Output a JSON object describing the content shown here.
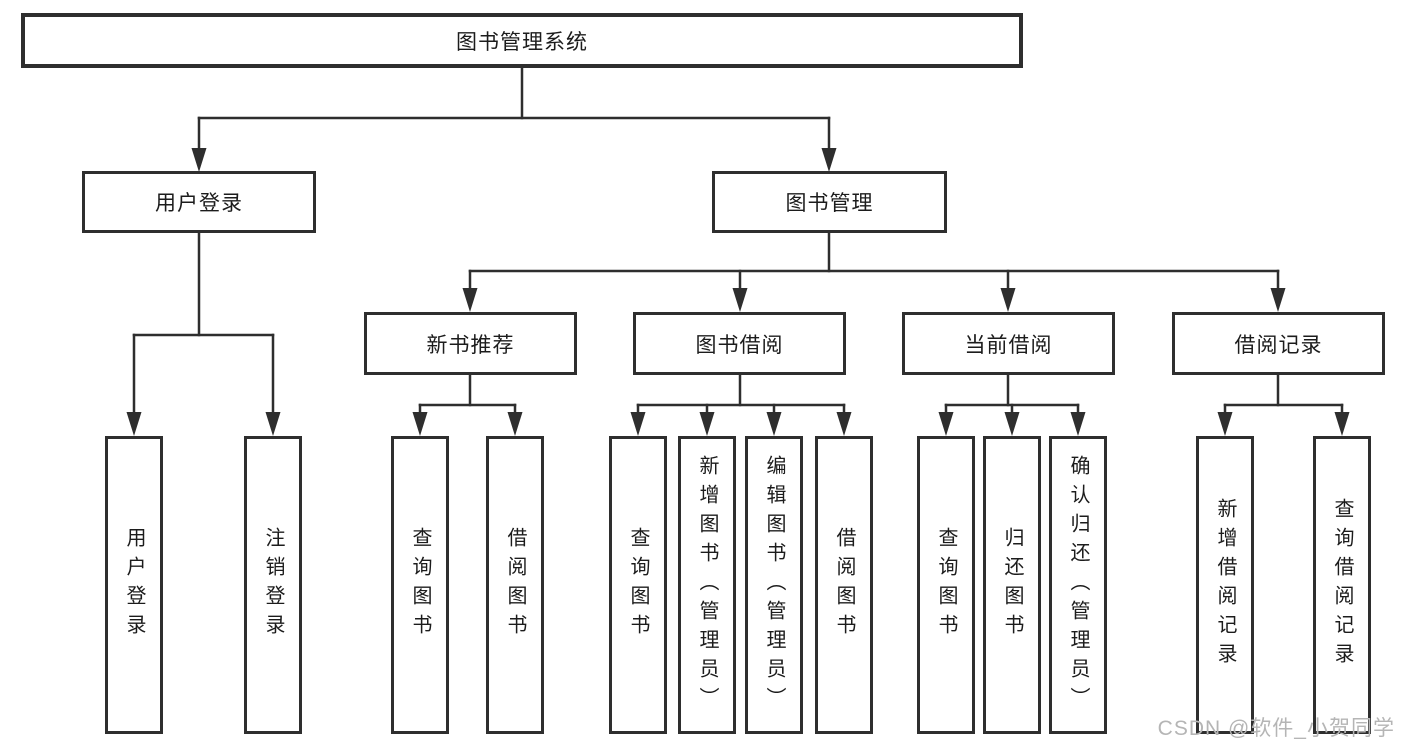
{
  "diagram": {
    "type": "hierarchy-tree",
    "title": "图书管理系统"
  },
  "nodes": {
    "root": {
      "label": "图书管理系统"
    },
    "level1": [
      {
        "label": "用户登录",
        "children": [
          "用户登录",
          "注销登录"
        ]
      },
      {
        "label": "图书管理",
        "children": [
          "新书推荐",
          "图书借阅",
          "当前借阅",
          "借阅记录"
        ]
      }
    ],
    "level2": [
      {
        "label": "新书推荐",
        "children": [
          "查询图书",
          "借阅图书"
        ]
      },
      {
        "label": "图书借阅",
        "children": [
          "查询图书",
          "新增图书（管理员）",
          "编辑图书（管理员）",
          "借阅图书"
        ]
      },
      {
        "label": "当前借阅",
        "children": [
          "查询图书",
          "归还图书",
          "确认归还（管理员）"
        ]
      },
      {
        "label": "借阅记录",
        "children": [
          "新增借阅记录",
          "查询借阅记录"
        ]
      }
    ],
    "leaves": [
      {
        "label": "用户登录"
      },
      {
        "label": "注销登录"
      },
      {
        "label": "查询图书"
      },
      {
        "label": "借阅图书"
      },
      {
        "label": "查询图书"
      },
      {
        "label": "新增图书（管理员）"
      },
      {
        "label": "编辑图书（管理员）"
      },
      {
        "label": "借阅图书"
      },
      {
        "label": "查询图书"
      },
      {
        "label": "归还图书"
      },
      {
        "label": "确认归还（管理员）"
      },
      {
        "label": "新增借阅记录"
      },
      {
        "label": "查询借阅记录"
      }
    ]
  },
  "watermark": {
    "text": "CSDN @软件_小贺同学"
  },
  "colors": {
    "line": "#2e2e2e",
    "box_border": "#2e2e2e",
    "text": "#1c1c1c",
    "watermark": "#b5b5b5",
    "background": "#ffffff"
  }
}
